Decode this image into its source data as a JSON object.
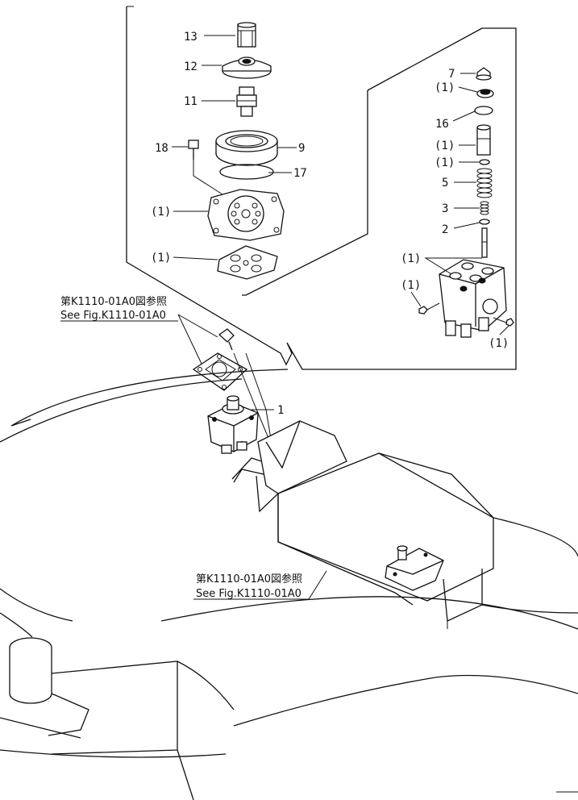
{
  "labels": {
    "p13": "13",
    "p12": "12",
    "p11": "11",
    "p18": "18",
    "p9": "9",
    "p17": "17",
    "p1_gasket_top": "(1)",
    "p1_gasket_bottom": "(1)",
    "p7": "7",
    "p1_seat": "(1)",
    "p16": "16",
    "p1_piston": "(1)",
    "p1_washer": "(1)",
    "p5": "5",
    "p3": "3",
    "p2": "2",
    "p1_body": "(1)",
    "p1_plug_left": "(1)",
    "p1_plug_right": "(1)",
    "p1_main": "1"
  },
  "references": {
    "ref_top_jp": "第K1110-01A0図参照",
    "ref_top_en": "See Fig.K1110-01A0",
    "ref_bottom_jp": "第K1110-01A0図参照",
    "ref_bottom_en": "See Fig.K1110-01A0"
  }
}
